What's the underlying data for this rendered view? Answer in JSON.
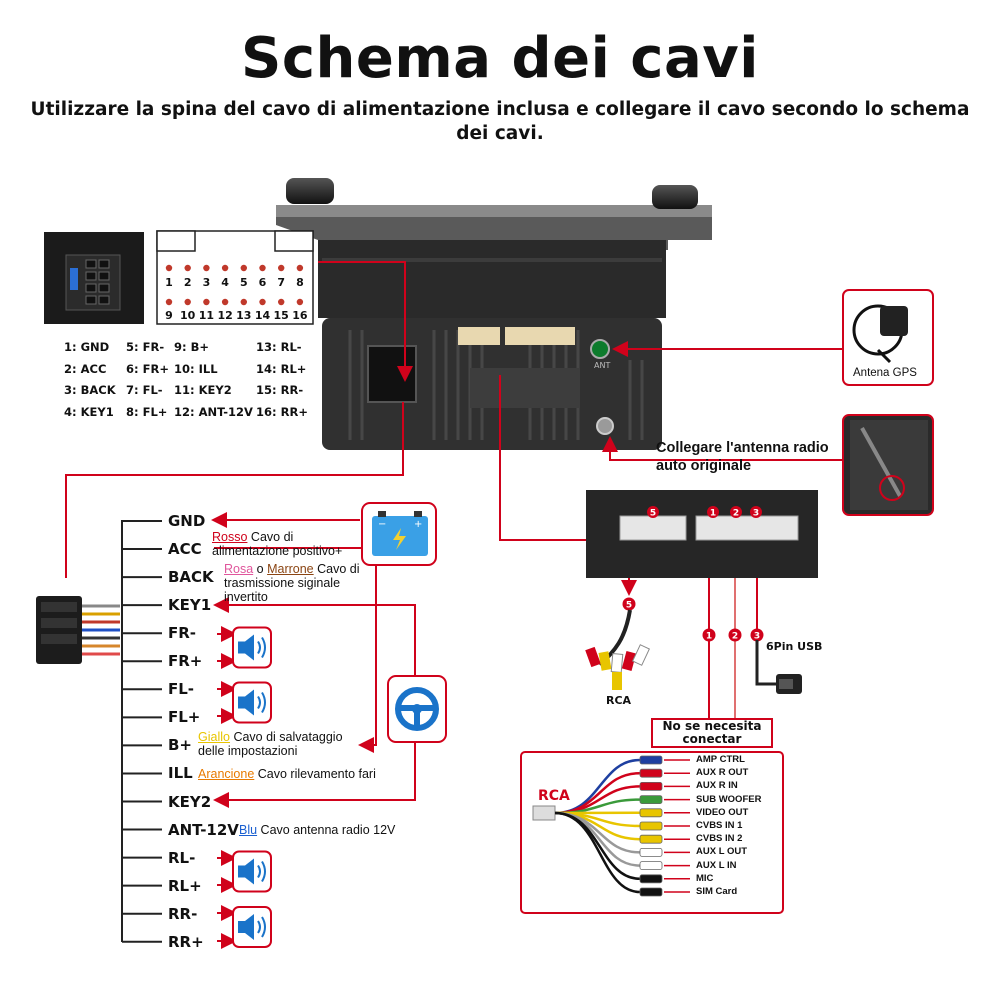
{
  "title": "Schema dei cavi",
  "subtitle": "Utilizzare la spina del cavo di alimentazione inclusa e collegare il cavo secondo lo schema dei cavi.",
  "connector_numbers_top": [
    "1",
    "2",
    "3",
    "4",
    "5",
    "6",
    "7",
    "8"
  ],
  "connector_numbers_bottom": [
    "9",
    "10",
    "11",
    "12",
    "13",
    "14",
    "15",
    "16"
  ],
  "pin_list": [
    [
      "1: GND",
      "5: FR-",
      "9: B+",
      "13: RL-"
    ],
    [
      "2: ACC",
      "6: FR+",
      "10: ILL",
      "14: RL+"
    ],
    [
      "3: BACK",
      "7: FL-",
      "11: KEY2",
      "15: RR-"
    ],
    [
      "4: KEY1",
      "8: FL+",
      "12: ANT-12V",
      "16: RR+"
    ]
  ],
  "unit_label": "ANT",
  "gps_label": "Antena GPS",
  "radio_antenna_label": "Collegare l'antenna radio auto originale",
  "wires": [
    "GND",
    "ACC",
    "BACK",
    "KEY1",
    "FR-",
    "FR+",
    "FL-",
    "FL+",
    "B+",
    "ILL",
    "KEY2",
    "ANT-12V",
    "RL-",
    "RL+",
    "RR-",
    "RR+"
  ],
  "descriptions": {
    "acc": {
      "c1": "Rosso",
      "t1": " Cavo di alimentazione positivo+",
      "color1": "#d0021b"
    },
    "back": {
      "c1": "Rosa",
      "mid": " o ",
      "c2": "Marrone",
      "t2": " Cavo di trasmissione siginale invertito",
      "color1": "#e0569c",
      "color2": "#8b4513"
    },
    "bplus": {
      "c1": "Giallo",
      "t1": " Cavo di salvataggio delle impostazioni",
      "color1": "#e8c500"
    },
    "ill": {
      "c1": "Arancione",
      "t1": " Cavo rilevamento fari",
      "color1": "#e87a00"
    },
    "ant": {
      "c1": "Blu",
      "t1": " Cavo antenna radio 12V",
      "color1": "#1a5fd0"
    }
  },
  "port_numbers": [
    "1",
    "2",
    "3",
    "5"
  ],
  "sixpin_label": "6Pin USB",
  "rca_label": "RCA",
  "no_need_label": "No se necesita conectar",
  "rca_box_title": "RCA",
  "rca_outputs": [
    "AMP CTRL",
    "AUX  R  OUT",
    "AUX  R  IN",
    "SUB  WOOFER",
    "VIDEO  OUT",
    "CVBS IN 1",
    "CVBS IN 2",
    "AUX  L  OUT",
    "AUX  L  IN",
    "MIC",
    "SIM Card"
  ],
  "colors": {
    "accent_red": "#d0021b",
    "wire_black": "#222222"
  }
}
